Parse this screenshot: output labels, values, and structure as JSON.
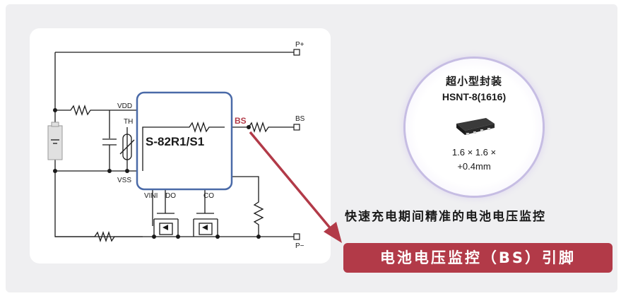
{
  "circuit": {
    "ic_name": "S-82R1/S1",
    "pins": {
      "vdd": "VDD",
      "th": "TH",
      "vss": "VSS",
      "vini": "VINI",
      "do": "DO",
      "co": "CO",
      "bs": "BS"
    },
    "terminals": {
      "p_plus": "P+",
      "bs": "BS",
      "p_minus": "P−"
    }
  },
  "package": {
    "title": "超小型封装",
    "model": "HSNT-8(1616)",
    "size_line1": "1.6 × 1.6 ×",
    "size_line2": "+0.4mm"
  },
  "caption": "快速充电期间精准的电池电压监控",
  "pin_banner": "电池电压监控（BS）引脚",
  "colors": {
    "accent_red": "#b23a48",
    "ic_border": "#4a6aa8",
    "badge_ring": "#c6bde3"
  }
}
